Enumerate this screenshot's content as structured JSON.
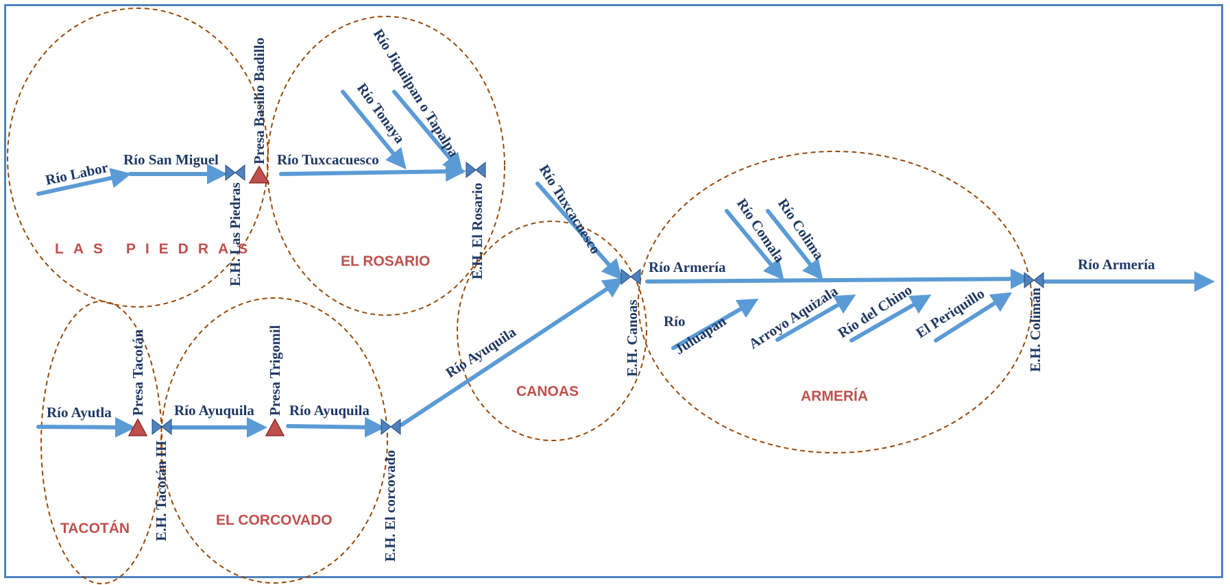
{
  "basins": {
    "las_piedras": "LAS PIEDRAS",
    "el_rosario": "EL ROSARIO",
    "tacotan": "TACOTÁN",
    "el_corcovado": "EL CORCOVADO",
    "canoas": "CANOAS",
    "armeria": "ARMERÍA"
  },
  "rivers": {
    "labor": "Río Labor",
    "san_miguel": "Río San Miguel",
    "tuxcacuesco_1": "Río Tuxcacuesco",
    "tonaya": "Río Tonaya",
    "jiquilpan": "Río Jiquilpan o Tapalpa",
    "tuxcacuesco_2": "Río Tuxcacuesco",
    "armeria_1": "Río Armería",
    "armeria_2": "Río Armería",
    "comala": "Río Comala",
    "colima": "Río Colima",
    "juluapan_1": "Río",
    "juluapan_2": "Juluapan",
    "aquizala": "Arroyo Aquizala",
    "del_chino": "Río del Chino",
    "periquillo": "El Periquillo",
    "ayutla": "Río Ayutla",
    "ayuquila_1": "Río Ayuquila",
    "ayuquila_2": "Río Ayuquila",
    "ayuquila_3": "Río Ayuquila"
  },
  "dams": {
    "basilio_badillo": "Presa Basilio Badillo",
    "tacotan": "Presa Tacotán",
    "trigomil": "Presa Trigomil"
  },
  "stations": {
    "las_piedras": "E.H. Las Piedras",
    "el_rosario": "E.H. El Rosario",
    "canoas": "E.H. Canoas",
    "coliman": "E.H. Colimán",
    "tacotan_iii": "E.H. Tacotán III",
    "el_corcovado": "E.H. El corcovado"
  },
  "colors": {
    "frame": "#4f81bd",
    "river_arrow": "#5b9bd5",
    "basin_border": "#984807",
    "basin_label": "#c0504d",
    "river_label": "#1f3864",
    "dam": "#c0504d",
    "station": "#4f81bd"
  },
  "icons": {
    "dam": "red-triangle",
    "station": "blue-bowtie-valve"
  }
}
